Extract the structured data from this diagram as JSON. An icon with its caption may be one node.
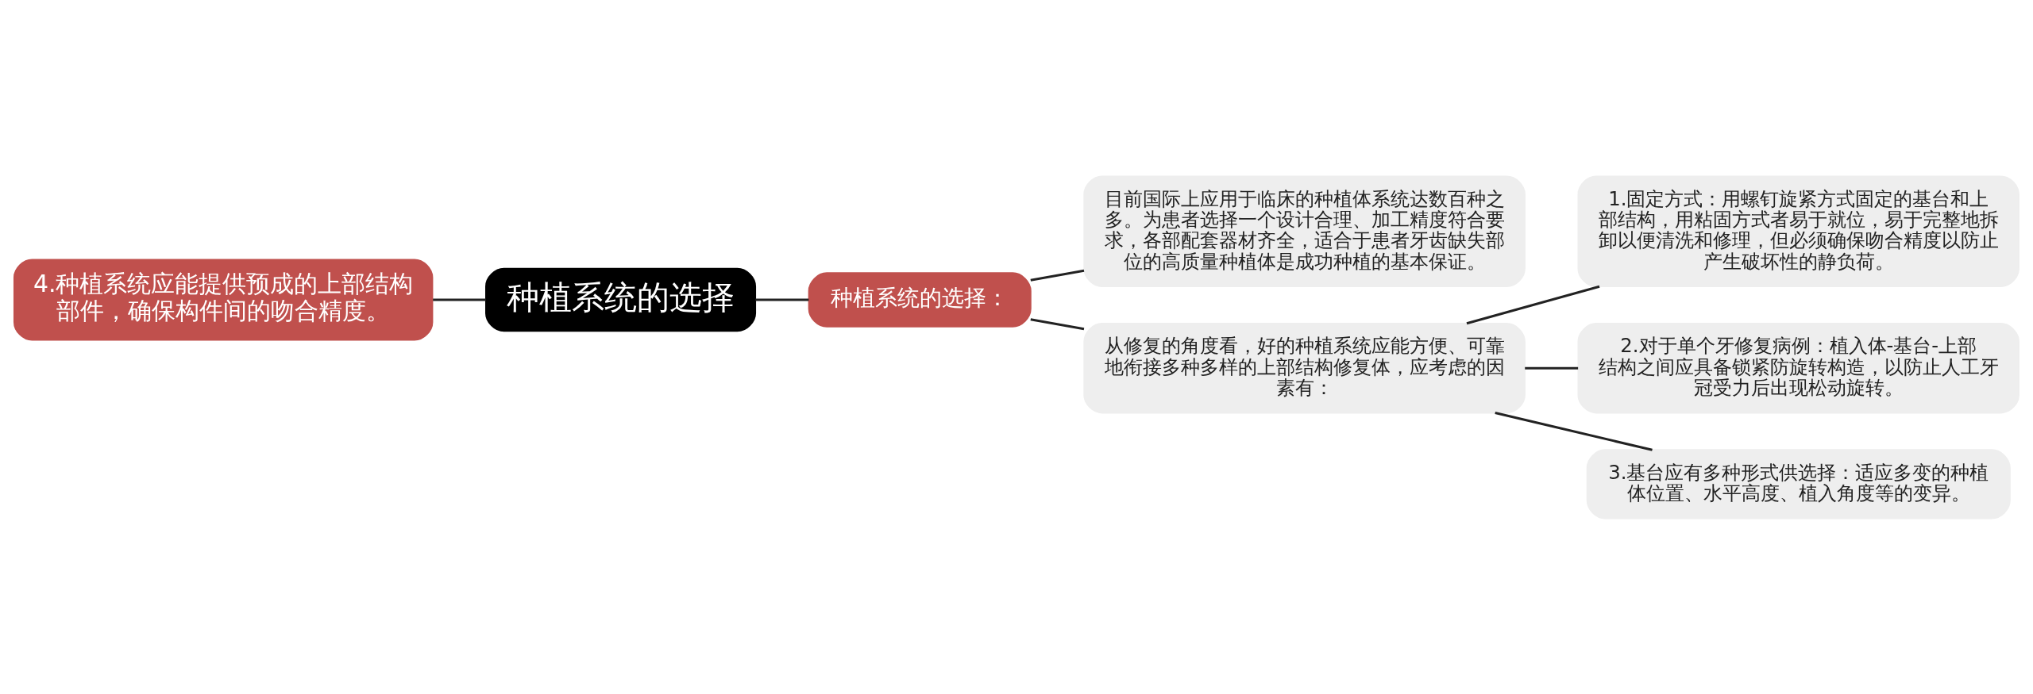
{
  "diagram": {
    "nodes": [
      {
        "text": [
          "种植系统的选择"
        ]
      },
      {
        "text": [
          "4.种植系统应能提供预成的上部结构部件，确保构件间的吻合精度。"
        ]
      },
      {
        "text": [
          "种植系统的选择："
        ]
      },
      {
        "text": [
          "目前国际上应用于临床的种植体系统达数百种之多。为患者选择一个设计合理、加工精度符合要求，各部配套器材齐全，适合于患者牙齿缺失部位的高质量种植体是成功种植的基本保证。"
        ]
      },
      {
        "text": [
          "从修复的角度看，好的种植系统应能方便、可靠地衔接多种多样的上部结构修复体，应考虑的因素有："
        ]
      },
      {
        "text": [
          "1.固定方式：用螺钉旋紧方式固定的基台和上部结构，用粘固方式者易于就位，易于完整地拆卸以便清洗和修理，但必须确保吻合精度以防止产生破坏性的静负荷。"
        ]
      },
      {
        "text": [
          "2.对于单个牙修复病例：植入体-基台-上部结构之间应具备锁紧防旋转构造，以防止人工牙冠受力后出现松动旋转。"
        ]
      },
      {
        "text": [
          "3.基台应有多种形式供选择：适应多变的种植体位置、水平高度、植入角度等的变异。"
        ]
      }
    ],
    "edges": [
      {
        "from": 0,
        "to": 1,
        "arrow": "none"
      },
      {
        "from": 0,
        "to": 2,
        "arrow": "none"
      },
      {
        "from": 2,
        "to": 3,
        "arrow": "none"
      },
      {
        "from": 2,
        "to": 4,
        "arrow": "none"
      },
      {
        "from": 4,
        "to": 5,
        "arrow": "none"
      },
      {
        "from": 4,
        "to": 6,
        "arrow": "none"
      },
      {
        "from": 4,
        "to": 7,
        "arrow": "none"
      }
    ]
  }
}
